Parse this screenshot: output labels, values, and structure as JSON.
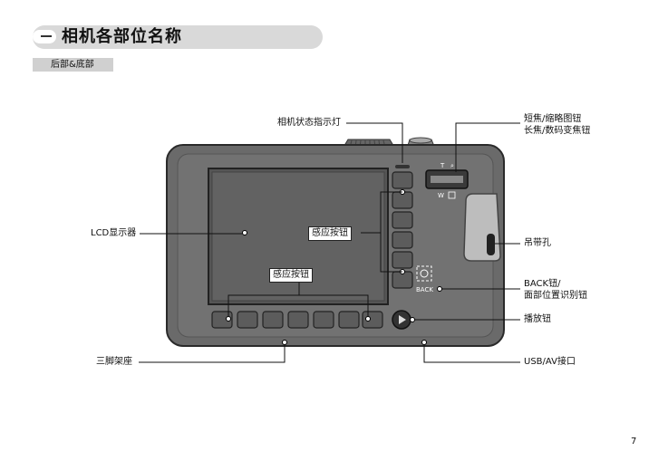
{
  "header": {
    "title": "相机各部位名称"
  },
  "subtitle": "后部&底部",
  "labels": {
    "status_lamp": "相机状态指示灯",
    "zoom_line1": "短焦/缩略图钮",
    "zoom_line2": "长焦/数码变焦钮",
    "lcd": "LCD显示器",
    "sensor_right": "感应按钮",
    "sensor_bottom": "感应按钮",
    "strap": "吊带孔",
    "back_line1": "BACK钮/",
    "back_line2": "面部位置识别钮",
    "play": "播放钮",
    "tripod": "三脚架座",
    "usb": "USB/AV接口"
  },
  "camera": {
    "zoom_t": "T",
    "zoom_w": "W",
    "back_text": "BACK"
  },
  "page_number": "7"
}
